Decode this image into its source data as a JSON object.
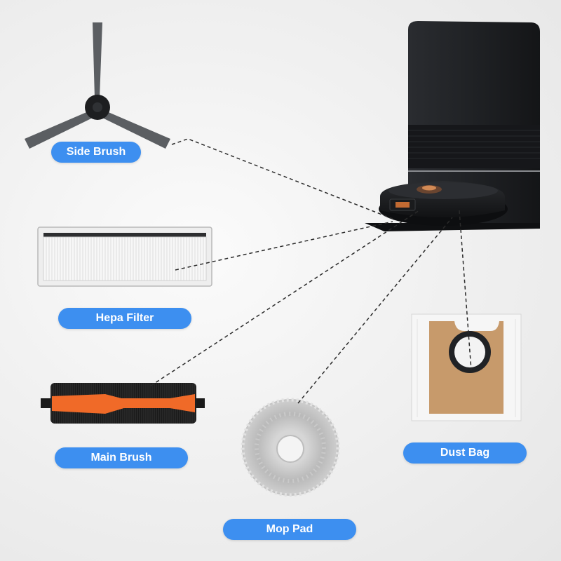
{
  "labels": {
    "side_brush": "Side Brush",
    "hepa_filter": "Hepa Filter",
    "main_brush": "Main Brush",
    "dust_bag": "Dust Bag",
    "mop_pad": "Mop Pad"
  },
  "colors": {
    "label_bg": "#3d8ff0",
    "label_text": "#ffffff",
    "station": "#1e2023",
    "main_brush_core": "#f06a28",
    "dust_bag_card": "#c79a6b"
  },
  "icons": [
    "side-brush-image",
    "hepa-filter-image",
    "main-brush-image",
    "mop-pad-image",
    "dust-bag-image",
    "docking-station-image"
  ]
}
